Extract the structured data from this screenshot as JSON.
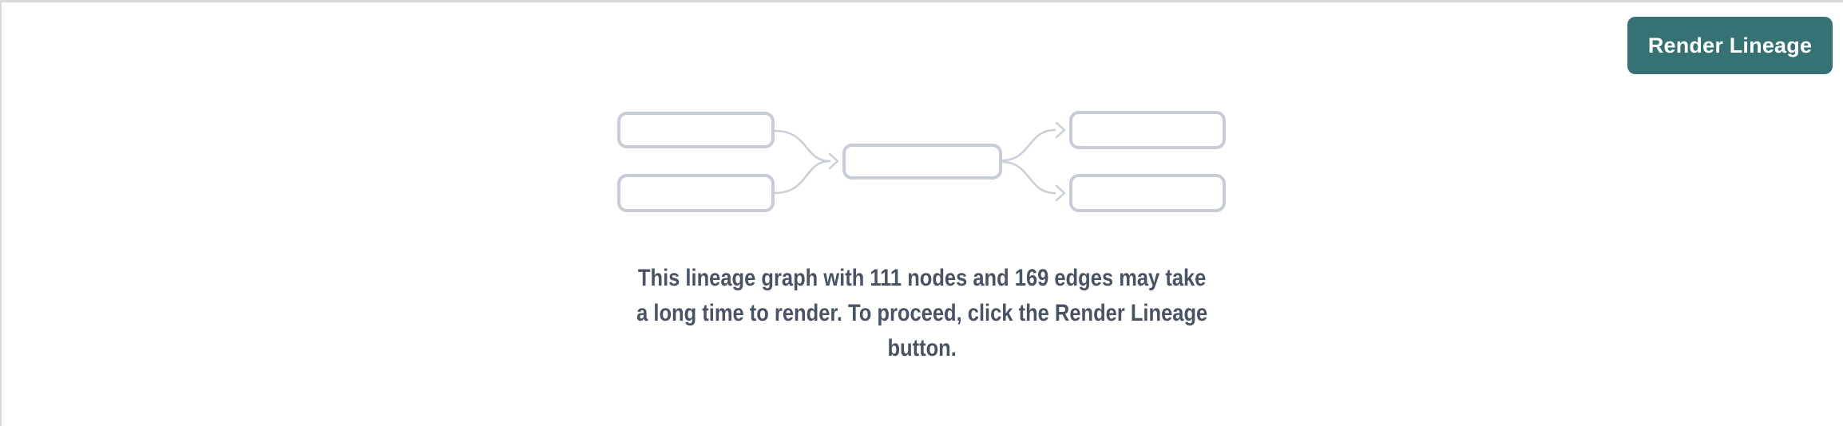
{
  "toolbar": {
    "render_button_label": "Render Lineage"
  },
  "empty_state": {
    "message_lines": [
      "This lineage graph with 111 nodes and 169 edges may take",
      "a long time to render. To proceed, click the Render Lineage",
      "button."
    ],
    "node_count": 111,
    "edge_count": 169,
    "illustration": "lineage-graph-placeholder"
  },
  "colors": {
    "button_bg": "#367174",
    "button_text": "#ffffff",
    "node_border": "#c7ccd6",
    "edge_line": "#c9ced8",
    "message_text": "#4a5364",
    "panel_border": "#d9dadd",
    "panel_bg": "#ffffff"
  }
}
